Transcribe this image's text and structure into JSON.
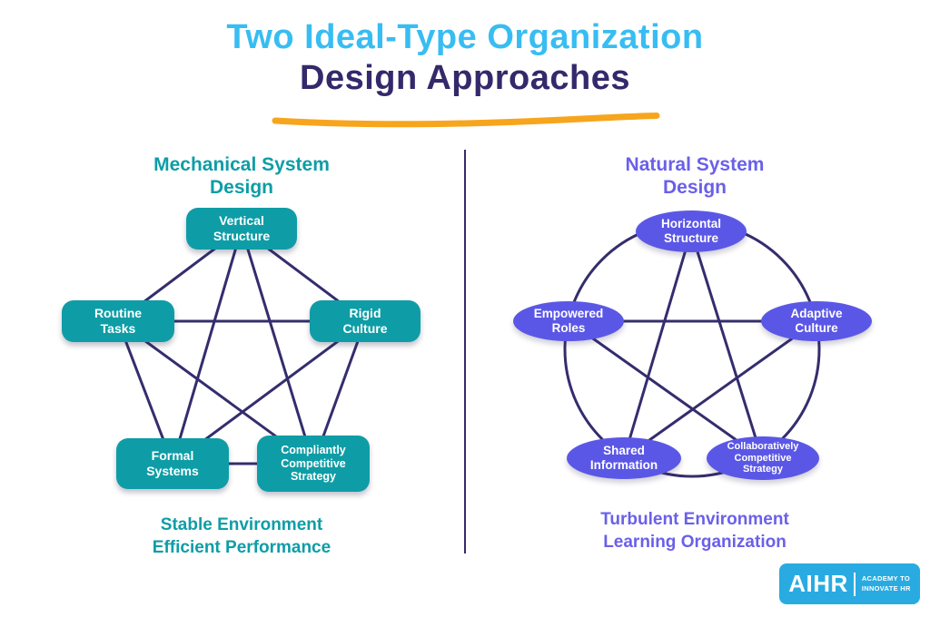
{
  "title": {
    "line1": "Two Ideal-Type Organization",
    "line2": "Design Approaches"
  },
  "left": {
    "heading": "Mechanical System\nDesign",
    "caption": "Stable Environment\nEfficient Performance",
    "nodes": [
      {
        "label": "Vertical\nStructure"
      },
      {
        "label": "Routine\nTasks"
      },
      {
        "label": "Rigid\nCulture"
      },
      {
        "label": "Formal\nSystems"
      },
      {
        "label": "Compliantly\nCompetitive\nStrategy"
      }
    ]
  },
  "right": {
    "heading": "Natural System\nDesign",
    "caption": "Turbulent Environment\nLearning Organization",
    "nodes": [
      {
        "label": "Horizontal\nStructure"
      },
      {
        "label": "Empowered\nRoles"
      },
      {
        "label": "Adaptive\nCulture"
      },
      {
        "label": "Shared\nInformation"
      },
      {
        "label": "Collaboratively\nCompetitive\nStrategy"
      }
    ]
  },
  "logo": {
    "brand": "AIHR",
    "tagline": "ACADEMY TO\nINNOVATE HR"
  },
  "colors": {
    "title_blue": "#38BDF2",
    "navy": "#33296B",
    "teal": "#0E9DA6",
    "purple_fill": "#5B57E6",
    "purple_text": "#6A60E8",
    "line": "#342D6D",
    "swoosh_orange": "#F7A51D",
    "logo_blue": "#29ABE2"
  }
}
